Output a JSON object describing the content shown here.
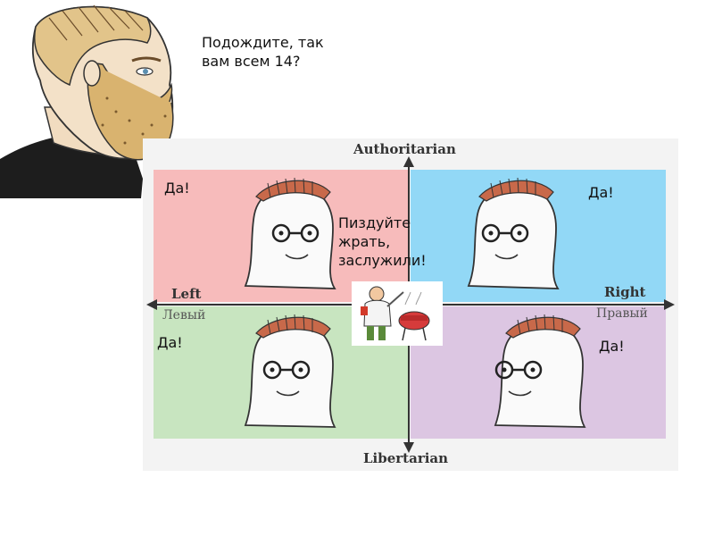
{
  "caption": {
    "line1": "Подождите, так",
    "line2": "вам всем 14?"
  },
  "compass": {
    "top_label": "Authoritarian",
    "bottom_label": "Libertarian",
    "left_label": "Left",
    "left_sub": "Левый",
    "right_label": "Right",
    "right_sub": "Правый",
    "colors": {
      "auth_left": "#f7bbbb",
      "auth_right": "#92d8f6",
      "lib_left": "#c8e5c0",
      "lib_right": "#dcc6e2"
    }
  },
  "quadrants": {
    "auth_left_text": "Да!",
    "auth_right_text": "Да!",
    "lib_left_text": "Да!",
    "lib_right_text": "Да!"
  },
  "center": {
    "line1": "Пиздуйте",
    "line2": "жрать,",
    "line3": "заслужили!"
  }
}
